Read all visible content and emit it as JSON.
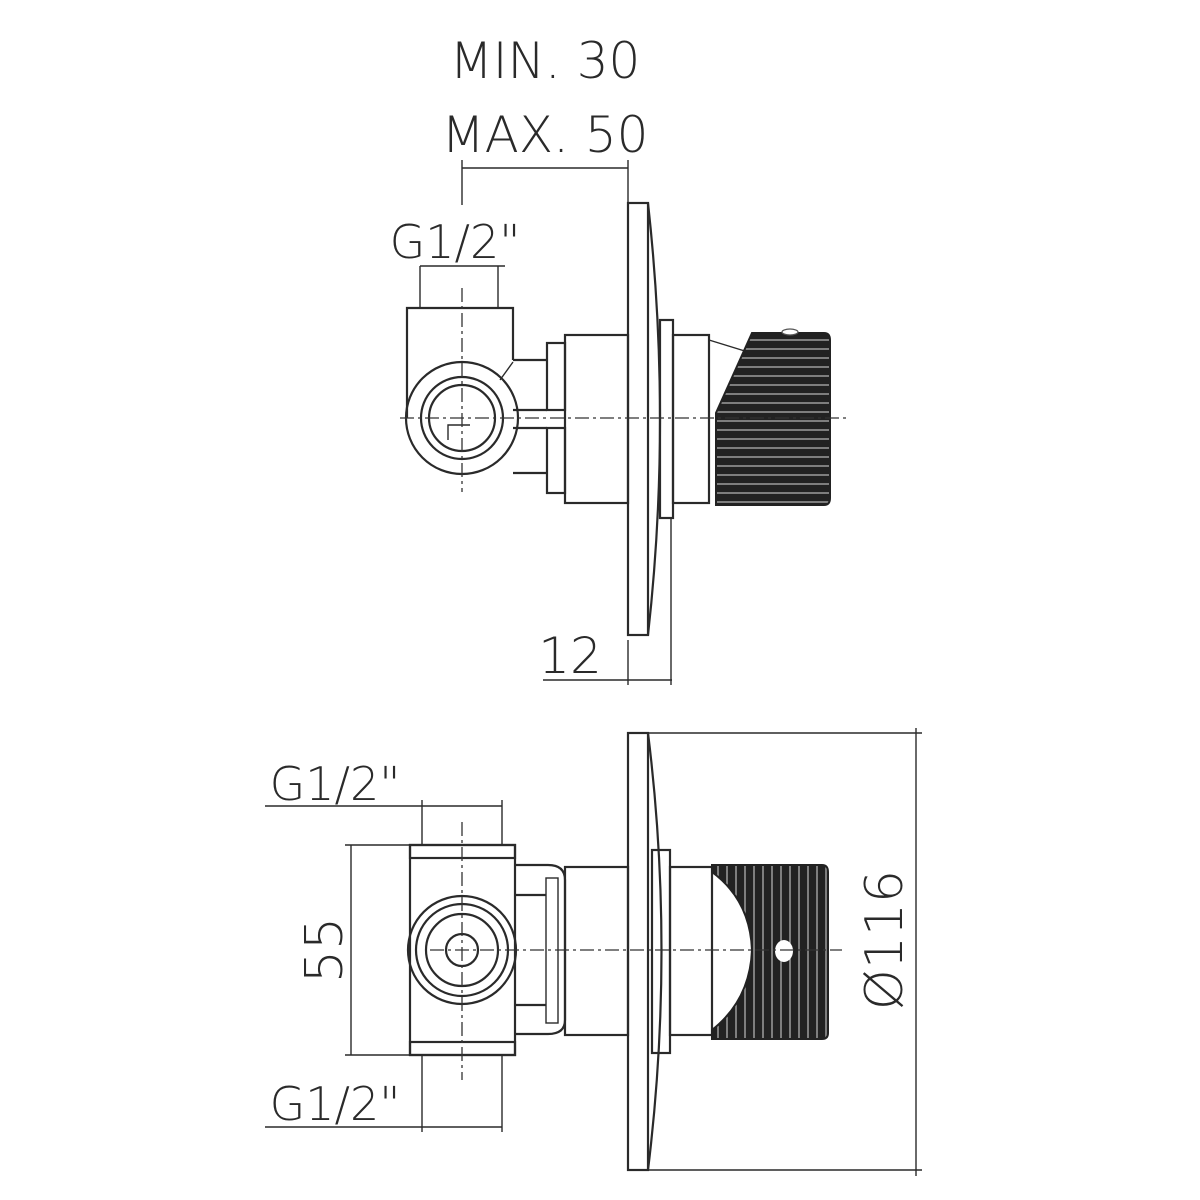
{
  "drawing": {
    "top_view": {
      "depth_min_label": "MIN. 30",
      "depth_max_label": "MAX. 50",
      "inlet_thread_label": "G1/2\"",
      "plate_thickness_label": "12"
    },
    "bottom_view": {
      "inlet_top_thread_label": "G1/2\"",
      "inlet_bottom_thread_label": "G1/2\"",
      "body_height_label": "55",
      "plate_diameter_label": "Ø116"
    },
    "colors": {
      "line": "#2a2a2a",
      "knob": "#222222",
      "background": "#ffffff"
    }
  }
}
